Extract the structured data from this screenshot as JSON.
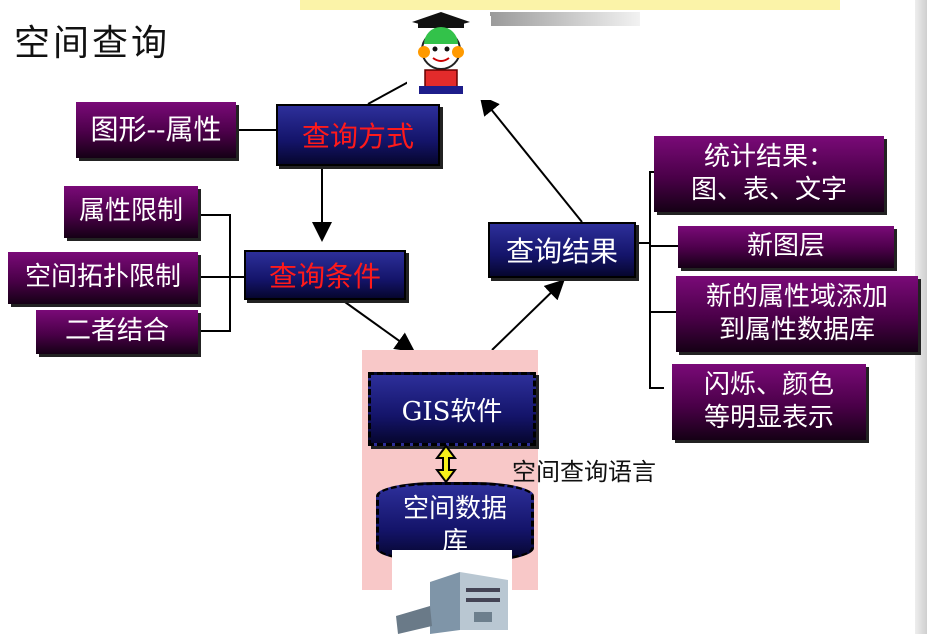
{
  "title": "空间查询",
  "nodes": {
    "method": "查询方式",
    "graph_attr": "图形--属性",
    "condition": "查询条件",
    "attr_limit": "属性限制",
    "spatial_topo": "空间拓扑限制",
    "both": "二者结合",
    "result": "查询结果",
    "stats": "统计结果：\n图、表、文字",
    "new_layer": "新图层",
    "new_attr": "新的属性域添加\n到属性数据库",
    "flash": "闪烁、颜色\n等明显表示",
    "gis": "GIS软件",
    "spatial_db": "空间数据\n库",
    "query_lang": "空间查询语言"
  }
}
